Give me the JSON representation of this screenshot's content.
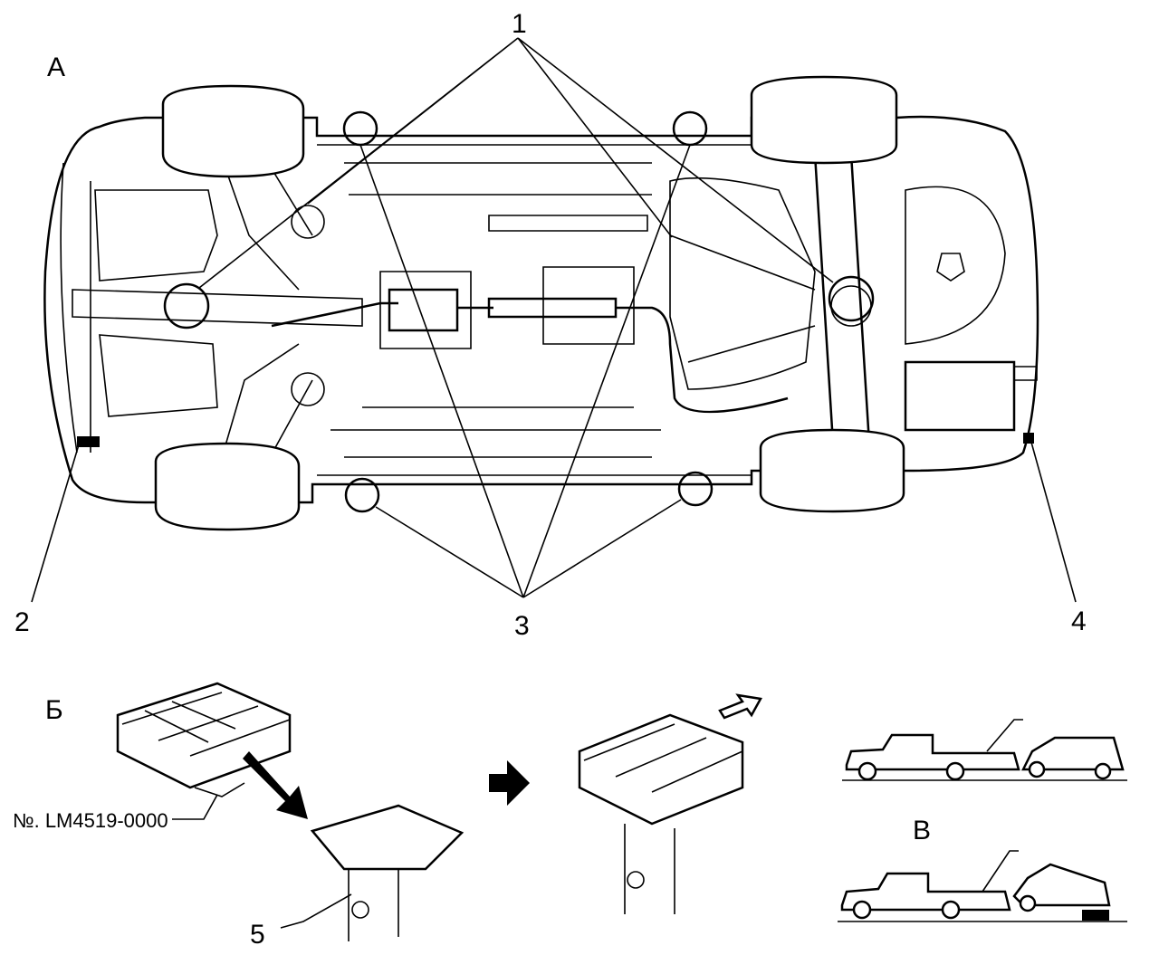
{
  "labels": {
    "view_a": "А",
    "view_b": "Б",
    "view_v": "В",
    "callout_1": "1",
    "callout_2": "2",
    "callout_3": "3",
    "callout_4": "4",
    "callout_5": "5"
  },
  "part_number": "№. LM4519-0000"
}
